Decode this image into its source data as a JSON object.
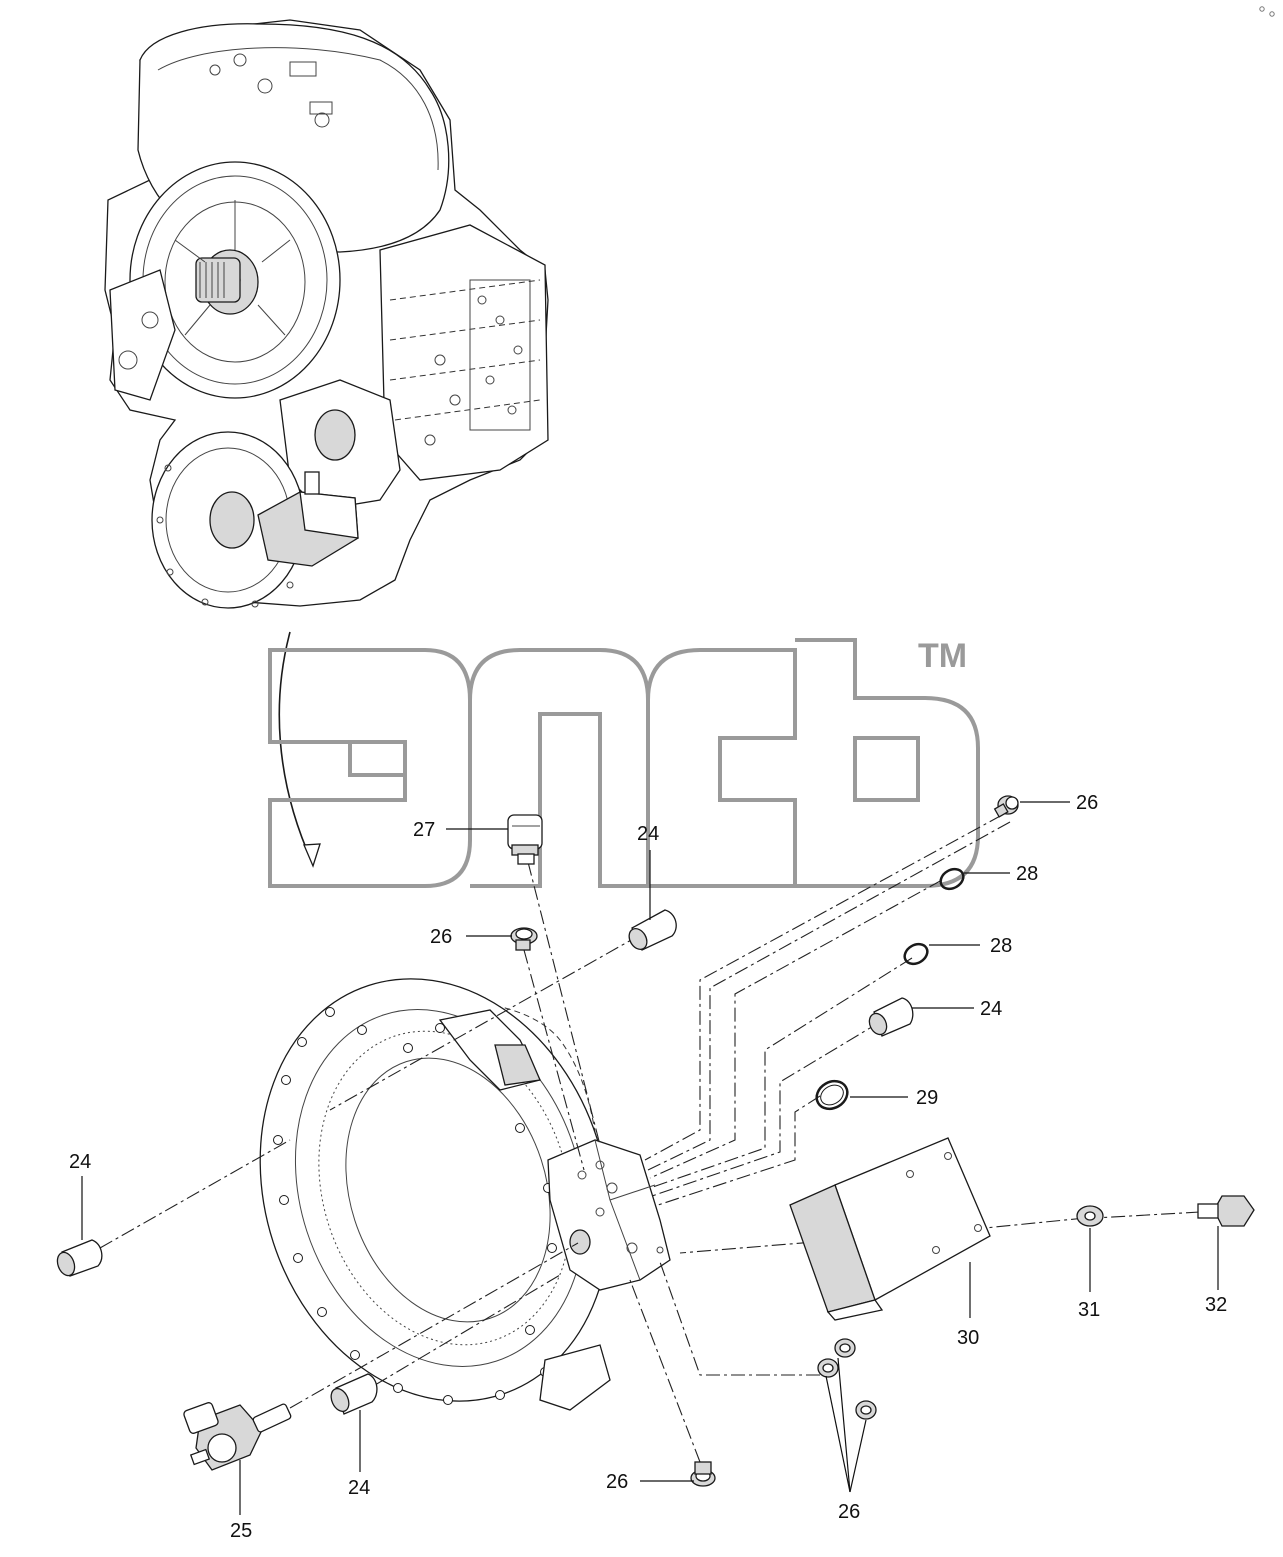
{
  "watermark": {
    "trademark": "TM"
  },
  "callouts": [
    {
      "id": "c-26-top-right",
      "text": "26"
    },
    {
      "id": "c-28-a",
      "text": "28"
    },
    {
      "id": "c-28-b",
      "text": "28"
    },
    {
      "id": "c-24-right",
      "text": "24"
    },
    {
      "id": "c-29",
      "text": "29"
    },
    {
      "id": "c-27",
      "text": "27"
    },
    {
      "id": "c-24-top",
      "text": "24"
    },
    {
      "id": "c-26-mid",
      "text": "26"
    },
    {
      "id": "c-24-left",
      "text": "24"
    },
    {
      "id": "c-30",
      "text": "30"
    },
    {
      "id": "c-31",
      "text": "31"
    },
    {
      "id": "c-32",
      "text": "32"
    },
    {
      "id": "c-25",
      "text": "25"
    },
    {
      "id": "c-24-bottom",
      "text": "24"
    },
    {
      "id": "c-26-bottom",
      "text": "26"
    },
    {
      "id": "c-26-bottom-right",
      "text": "26"
    }
  ],
  "colors": {
    "line": "#1a1a1a",
    "watermark": "#9a9a9a",
    "background": "#ffffff"
  }
}
